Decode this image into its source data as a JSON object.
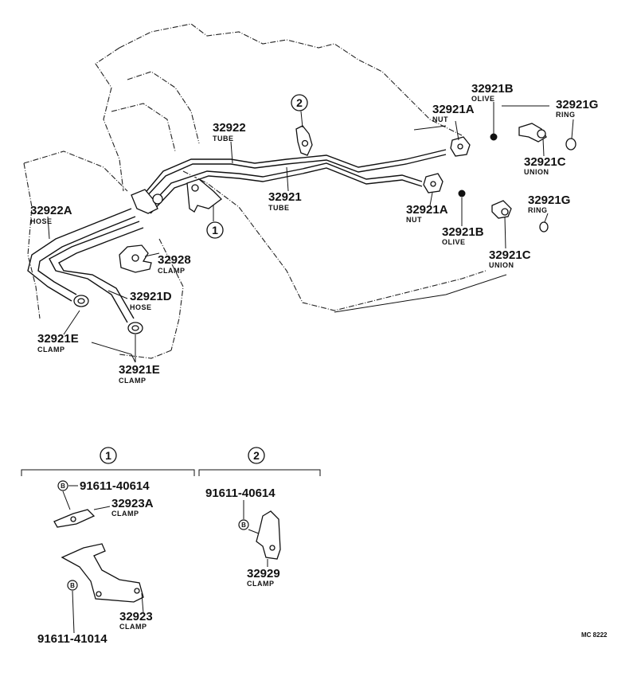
{
  "diagram_code": "MC 8222",
  "callouts": [
    {
      "id": "c-32922",
      "part_no": "32922",
      "name": "TUBE"
    },
    {
      "id": "c-32921",
      "part_no": "32921",
      "name": "TUBE"
    },
    {
      "id": "c-32922A",
      "part_no": "32922A",
      "name": "HOSE"
    },
    {
      "id": "c-32921D",
      "part_no": "32921D",
      "name": "HOSE"
    },
    {
      "id": "c-32928",
      "part_no": "32928",
      "name": "CLAMP"
    },
    {
      "id": "c-32921E-a",
      "part_no": "32921E",
      "name": "CLAMP"
    },
    {
      "id": "c-32921E-b",
      "part_no": "32921E",
      "name": "CLAMP"
    },
    {
      "id": "c-32921A-top",
      "part_no": "32921A",
      "name": "NUT"
    },
    {
      "id": "c-32921A-bot",
      "part_no": "32921A",
      "name": "NUT"
    },
    {
      "id": "c-32921B-top",
      "part_no": "32921B",
      "name": "OLIVE"
    },
    {
      "id": "c-32921B-bot",
      "part_no": "32921B",
      "name": "OLIVE"
    },
    {
      "id": "c-32921C-top",
      "part_no": "32921C",
      "name": "UNION"
    },
    {
      "id": "c-32921C-bot",
      "part_no": "32921C",
      "name": "UNION"
    },
    {
      "id": "c-32921G-top",
      "part_no": "32921G",
      "name": "RING"
    },
    {
      "id": "c-32921G-bot",
      "part_no": "32921G",
      "name": "RING"
    }
  ],
  "refs": {
    "one": "1",
    "two": "2"
  },
  "detail_one": {
    "ref": "1",
    "bolt_top": "91611-40614",
    "clamp_a": {
      "part_no": "32923A",
      "name": "CLAMP"
    },
    "clamp": {
      "part_no": "32923",
      "name": "CLAMP"
    },
    "bolt_bottom": "91611-41014"
  },
  "detail_two": {
    "ref": "2",
    "bolt": "91611-40614",
    "clamp": {
      "part_no": "32929",
      "name": "CLAMP"
    }
  },
  "bolt_letter": "B"
}
